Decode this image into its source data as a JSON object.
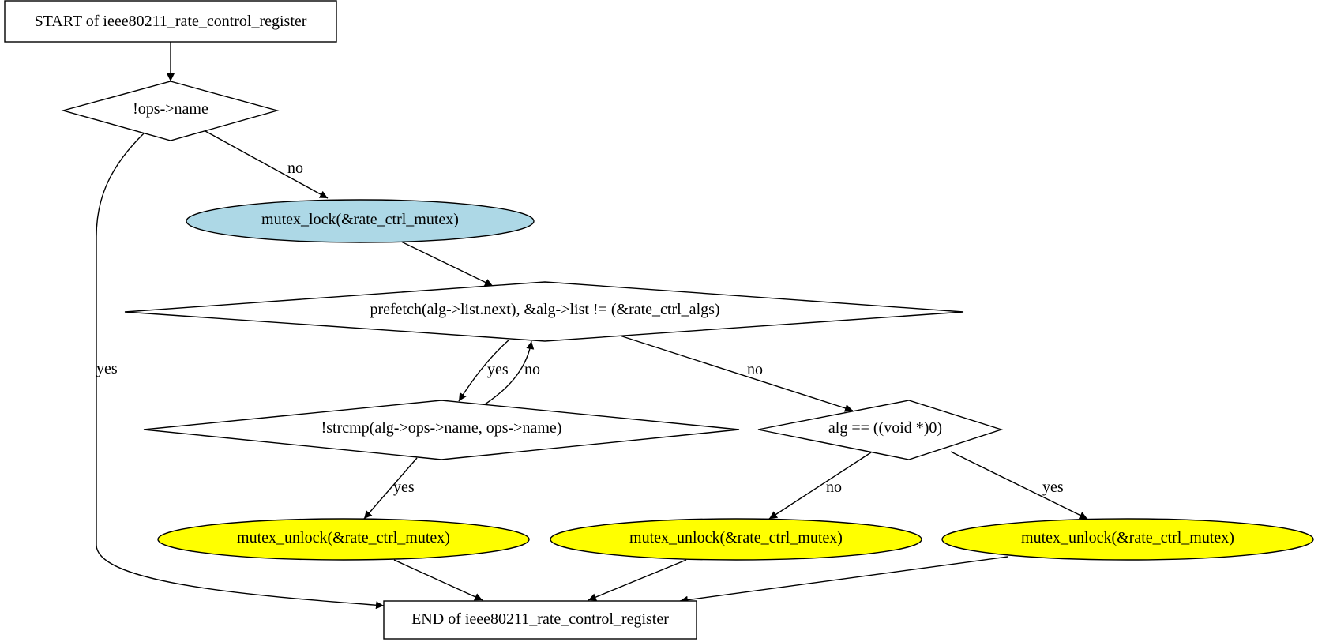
{
  "colors": {
    "lock_fill": "#add8e6",
    "unlock_fill": "#ffff00",
    "default_fill": "#ffffff",
    "stroke": "#000000"
  },
  "nodes": {
    "start": {
      "label": "START of ieee80211_rate_control_register",
      "shape": "box"
    },
    "cond_ops_name": {
      "label": "!ops->name",
      "shape": "diamond"
    },
    "mutex_lock": {
      "label": "mutex_lock(&rate_ctrl_mutex)",
      "shape": "ellipse"
    },
    "loop_cond": {
      "label": "prefetch(alg->list.next), &alg->list != (&rate_ctrl_algs)",
      "shape": "diamond"
    },
    "strcmp_cond": {
      "label": "!strcmp(alg->ops->name, ops->name)",
      "shape": "diamond"
    },
    "alg_null_cond": {
      "label": "alg == ((void *)0)",
      "shape": "diamond"
    },
    "unlock_1": {
      "label": "mutex_unlock(&rate_ctrl_mutex)",
      "shape": "ellipse"
    },
    "unlock_2": {
      "label": "mutex_unlock(&rate_ctrl_mutex)",
      "shape": "ellipse"
    },
    "unlock_3": {
      "label": "mutex_unlock(&rate_ctrl_mutex)",
      "shape": "ellipse"
    },
    "end": {
      "label": "END of ieee80211_rate_control_register",
      "shape": "box"
    }
  },
  "edges": {
    "start_to_cond": {
      "from": "start",
      "to": "cond_ops_name",
      "label": ""
    },
    "cond_yes_end": {
      "from": "cond_ops_name",
      "to": "end",
      "label": "yes"
    },
    "cond_no_lock": {
      "from": "cond_ops_name",
      "to": "mutex_lock",
      "label": "no"
    },
    "lock_to_loop": {
      "from": "mutex_lock",
      "to": "loop_cond",
      "label": ""
    },
    "loop_yes_strcmp": {
      "from": "loop_cond",
      "to": "strcmp_cond",
      "label": "yes"
    },
    "strcmp_no_loop": {
      "from": "strcmp_cond",
      "to": "loop_cond",
      "label": "no"
    },
    "loop_no_algnull": {
      "from": "loop_cond",
      "to": "alg_null_cond",
      "label": "no"
    },
    "strcmp_yes_unlock1": {
      "from": "strcmp_cond",
      "to": "unlock_1",
      "label": "yes"
    },
    "algnull_no_unlock2": {
      "from": "alg_null_cond",
      "to": "unlock_2",
      "label": "no"
    },
    "algnull_yes_unlock3": {
      "from": "alg_null_cond",
      "to": "unlock_3",
      "label": "yes"
    },
    "unlock1_to_end": {
      "from": "unlock_1",
      "to": "end",
      "label": ""
    },
    "unlock2_to_end": {
      "from": "unlock_2",
      "to": "end",
      "label": ""
    },
    "unlock3_to_end": {
      "from": "unlock_3",
      "to": "end",
      "label": ""
    }
  }
}
